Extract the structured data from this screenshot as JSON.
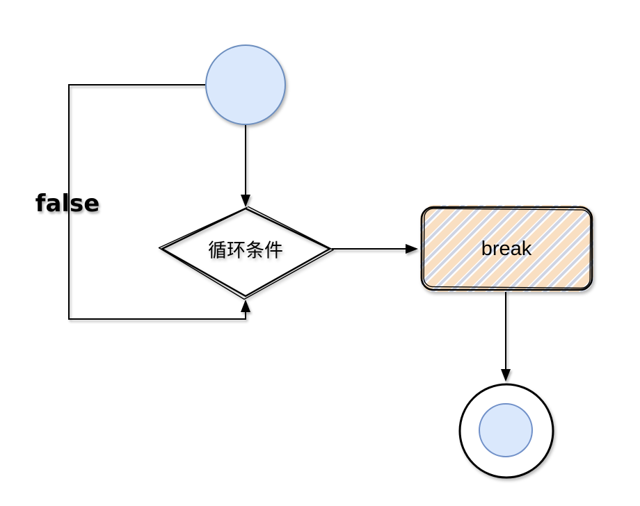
{
  "diagram": {
    "title": "loop-break-flowchart",
    "background": "#ffffff",
    "nodes": {
      "start": {
        "type": "start-circle",
        "label": ""
      },
      "condition": {
        "type": "decision-diamond",
        "label": "循环条件"
      },
      "break_box": {
        "type": "process-rect",
        "label": "break"
      },
      "end": {
        "type": "end-double-circle",
        "label": ""
      }
    },
    "edges": {
      "start_to_condition": {
        "from": "start",
        "to": "condition",
        "label": ""
      },
      "condition_to_break": {
        "from": "condition",
        "to": "break_box",
        "label": ""
      },
      "break_to_end": {
        "from": "break_box",
        "to": "end",
        "label": ""
      },
      "false_loop": {
        "from": "start",
        "to": "condition",
        "label": "false"
      }
    },
    "colors": {
      "blue_fill": "#dae8fc",
      "blue_stroke": "#6c8ebf",
      "inner_circle_stroke": "#7090c8",
      "peach_hatch": "#f9dfc2",
      "hatch_shadow": "#c9d0e2",
      "gray_hatch": "#e2e5ee",
      "line": "#000000",
      "white": "#ffffff"
    }
  }
}
